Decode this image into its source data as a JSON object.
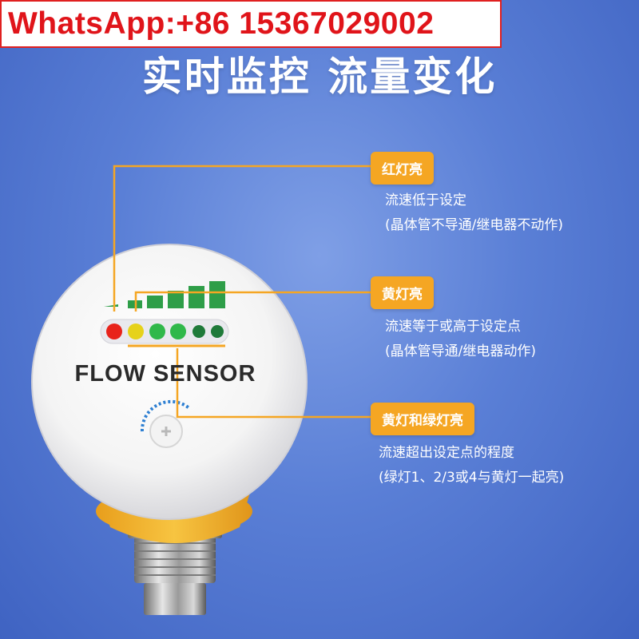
{
  "banner": {
    "whatsapp": "WhatsApp:+86 15367029002"
  },
  "title": "实时监控 流量变化",
  "sensor": {
    "label": "FLOW SENSOR"
  },
  "callouts": [
    {
      "tag": "红灯亮",
      "lines": [
        "流速低于设定",
        "(晶体管不导通/继电器不动作)"
      ]
    },
    {
      "tag": "黄灯亮",
      "lines": [
        "流速等于或高于设定点",
        "(晶体管导通/继电器动作)"
      ]
    },
    {
      "tag": "黄灯和绿灯亮",
      "lines": [
        "流速超出设定点的程度",
        "(绿灯1、2/3或4与黄灯一起亮)"
      ]
    }
  ],
  "colors": {
    "accent": "#f5a623",
    "led_red": "#e8231b",
    "led_yellow": "#e6d21a",
    "led_green": "#2fb84a",
    "led_green_dark": "#1f7a3a",
    "sensor_base": "#f2b534"
  },
  "leds": [
    "red",
    "yellow",
    "green",
    "green",
    "green-dark",
    "green-dark"
  ]
}
